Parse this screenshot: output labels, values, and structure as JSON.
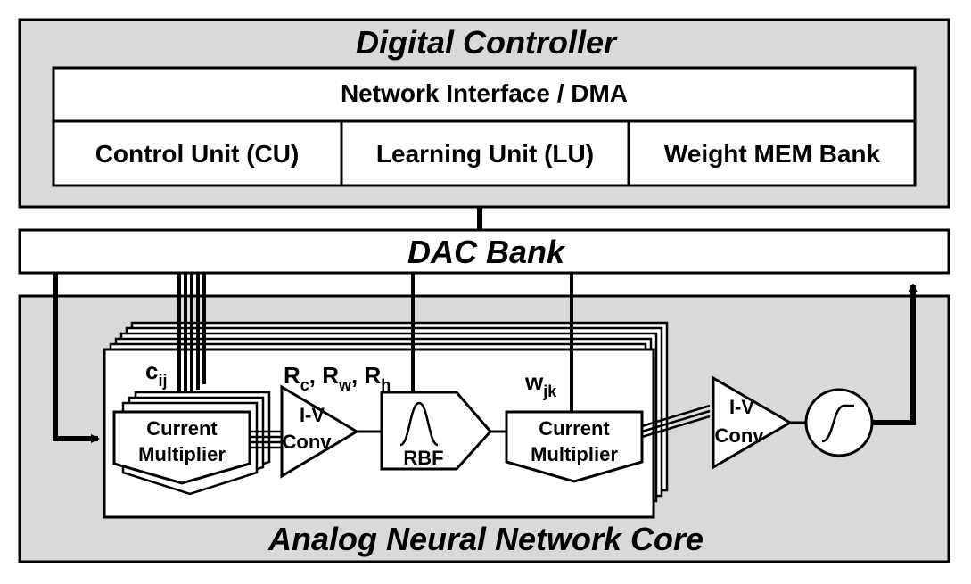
{
  "digital_controller": {
    "title": "Digital Controller",
    "network_interface": "Network Interface / DMA",
    "units": [
      "Control Unit (CU)",
      "Learning Unit (LU)",
      "Weight MEM Bank"
    ]
  },
  "dac_bank": {
    "title": "DAC Bank"
  },
  "analog_core": {
    "title": "Analog Neural Network Core",
    "cij_label": {
      "main": "c",
      "sub": "ij"
    },
    "r_labels": [
      {
        "main": "R",
        "sub": "c"
      },
      {
        "main": "R",
        "sub": "w"
      },
      {
        "main": "R",
        "sub": "h"
      }
    ],
    "wjk_label": {
      "main": "w",
      "sub": "jk"
    },
    "current_multiplier_1": [
      "Current",
      "Multiplier"
    ],
    "iv_conv_1": [
      "I-V",
      "Conv"
    ],
    "rbf": "RBF",
    "current_multiplier_2": [
      "Current",
      "Multiplier"
    ],
    "iv_conv_2": [
      "I-V",
      "Conv"
    ],
    "sigmoid_icon": "sigmoid-icon"
  },
  "colors": {
    "panel_gray": "#d9d9d9",
    "box_white": "#ffffff",
    "stroke": "#000000"
  }
}
